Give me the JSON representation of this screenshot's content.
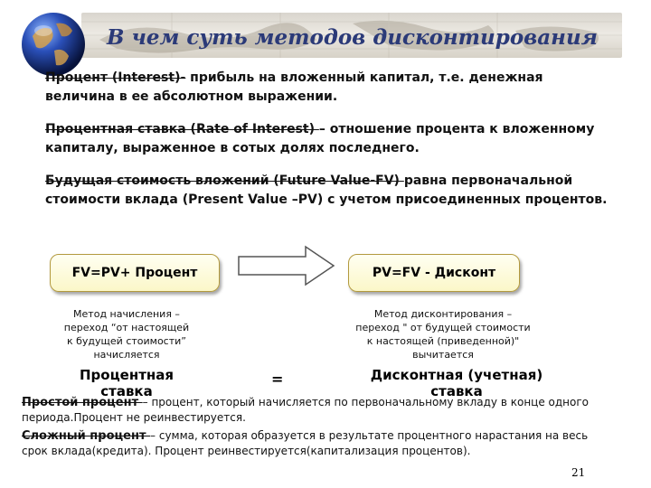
{
  "slide": {
    "title": "В чем суть методов дисконтирования",
    "page_number": "21"
  },
  "definitions": [
    {
      "term": "Процент (Interest)-",
      "text": " прибыль на вложенный капитал, т.е. денежная величина в ее абсолютном выражении."
    },
    {
      "term": "Процентная ставка (Rate of Interest) ",
      "text": "– отношение процента к вложенному капиталу, выраженное в сотых долях последнего."
    },
    {
      "term": "Будущая стоимость вложений (Future Value-FV) ",
      "text": "равна первоначальной стоимости вклада (Present Value –PV) с учетом присоединенных процентов."
    }
  ],
  "formulas": {
    "left": "FV=PV+ Процент",
    "right": "PV=FV - Дисконт"
  },
  "methods": {
    "left": [
      "Метод начисления –",
      "переход “от настоящей",
      "к будущей стоимости”",
      "начисляется"
    ],
    "right": [
      "Метод дисконтирования –",
      "переход \" от будущей стоимости",
      "к настоящей (приведенной)\"",
      "вычитается"
    ]
  },
  "terms": {
    "left": [
      "Процентная",
      "ставка"
    ],
    "right": [
      "Дисконтная (учетная)",
      "ставка"
    ],
    "equals": "="
  },
  "notes": [
    {
      "lead": "Простой процент ",
      "text": "– процент, который начисляется по первоначальному вкладу в конце одного периода.Процент не реинвестируется."
    },
    {
      "lead": "Сложный процент ",
      "text": "– сумма, которая образуется в результате процентного нарастания на весь срок вклада(кредита). Процент реинвестируется(капитализация процентов)."
    }
  ],
  "colors": {
    "title": "#2b3a78",
    "box_fill": "#fbf7c8",
    "box_border": "#b39a3e"
  }
}
